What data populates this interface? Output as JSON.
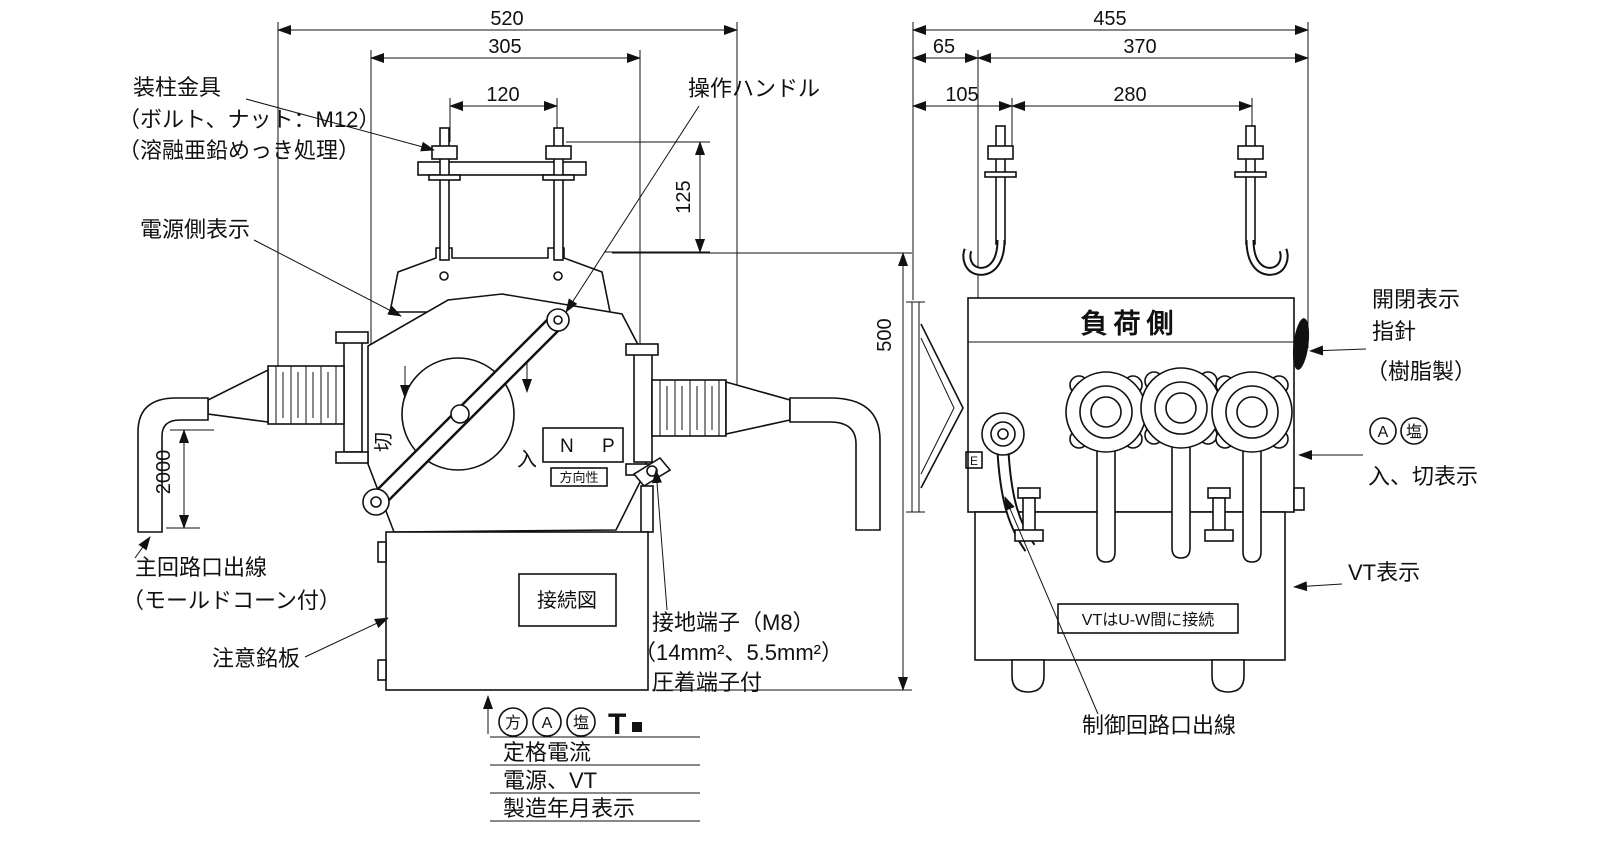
{
  "drawing": {
    "front": {
      "dims": {
        "w520": "520",
        "w305": "305",
        "w120": "120",
        "h125": "125",
        "h500": "500",
        "cable2000": "2000"
      },
      "labels": {
        "mount1": "装柱金具",
        "mount2": "（ボルト、ナット：M12）",
        "mount3": "（溶融亜鉛めっき処理）",
        "source_side": "電源側表示",
        "handle": "操作ハンドル",
        "n": "N",
        "p": "P",
        "directional": "方向性",
        "kiri": "切",
        "iri": "入",
        "connection_diagram": "接続図",
        "main_lead1": "主回路口出線",
        "main_lead2": "（モールドコーン付）",
        "caution_plate": "注意銘板",
        "ground1": "接地端子（M8）",
        "ground2": "（14mm²、5.5mm²）",
        "ground3": "圧着端子付"
      },
      "nameplate": {
        "sym1": "方",
        "sym2": "A",
        "sym3": "塩",
        "logo": "T",
        "row1": "定格電流",
        "row2": "電源、VT",
        "row3": "製造年月表示"
      }
    },
    "side": {
      "dims": {
        "w455": "455",
        "w65": "65",
        "w370": "370",
        "w105": "105",
        "w280": "280"
      },
      "labels": {
        "load_side": "負荷側",
        "ind1": "開閉表示",
        "ind2": "指針",
        "ind3": "（樹脂製）",
        "sym_a": "A",
        "sym_shio": "塩",
        "on_off": "入、切表示",
        "vt": "VT表示",
        "vt_note": "VTはU-W間に接続",
        "control_lead": "制御回路口出線",
        "e": "E"
      }
    }
  }
}
